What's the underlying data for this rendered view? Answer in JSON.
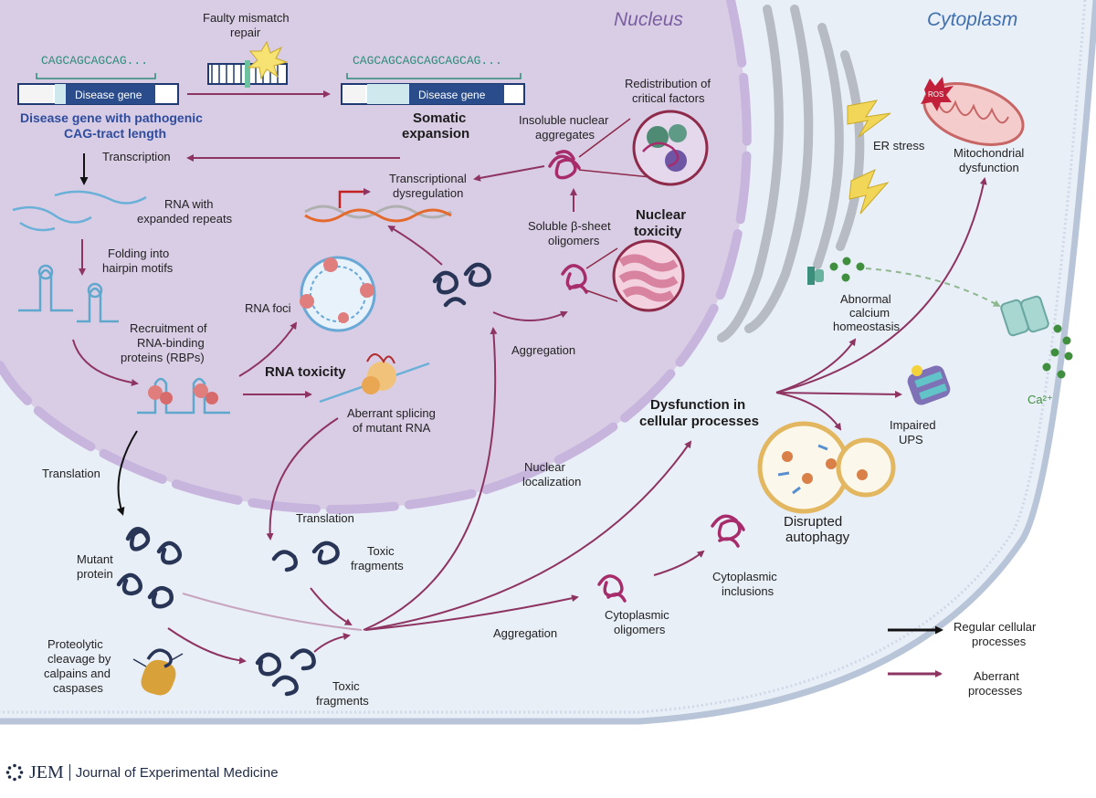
{
  "regions": {
    "nucleus": "Nucleus",
    "cytoplasm": "Cytoplasm"
  },
  "gene": {
    "seq_short": "CAGCAGCAGCAG...",
    "seq_long": "CAGCAGCAGCAGCAGCAG...",
    "label": "Disease gene",
    "caption_line1": "Disease gene with pathogenic",
    "caption_line2": "CAG-tract length",
    "mismatch_line1": "Faulty mismatch",
    "mismatch_line2": "repair",
    "somatic_line1": "Somatic",
    "somatic_line2": "expansion"
  },
  "labels": {
    "transcription": "Transcription",
    "rna_expanded_1": "RNA with",
    "rna_expanded_2": "expanded repeats",
    "folding_1": "Folding into",
    "folding_2": "hairpin motifs",
    "recruit_1": "Recruitment of",
    "recruit_2": "RNA-binding",
    "recruit_3": "proteins (RBPs)",
    "rna_foci": "RNA foci",
    "rna_toxicity": "RNA toxicity",
    "aberrant_1": "Aberrant splicing",
    "aberrant_2": "of mutant RNA",
    "translation_left": "Translation",
    "translation_mid": "Translation",
    "mutant_1": "Mutant",
    "mutant_2": "protein",
    "proteo_1": "Proteolytic",
    "proteo_2": "cleavage by",
    "proteo_3": "calpains and",
    "proteo_4": "caspases",
    "toxic_frag_a1": "Toxic",
    "toxic_frag_a2": "fragments",
    "toxic_frag_b1": "Toxic",
    "toxic_frag_b2": "fragments",
    "nuclear_loc_1": "Nuclear",
    "nuclear_loc_2": "localization",
    "aggregation_nuc": "Aggregation",
    "aggregation_cyto": "Aggregation",
    "transcr_dys_1": "Transcriptional",
    "transcr_dys_2": "dysregulation",
    "insoluble_1": "Insoluble nuclear",
    "insoluble_2": "aggregates",
    "redistribution_1": "Redistribution of",
    "redistribution_2": "critical factors",
    "soluble_1": "Soluble β-sheet",
    "soluble_2": "oligomers",
    "nuclear_tox_1": "Nuclear",
    "nuclear_tox_2": "toxicity",
    "dysfunction_1": "Dysfunction in",
    "dysfunction_2": "cellular processes",
    "cyto_olig_1": "Cytoplasmic",
    "cyto_olig_2": "oligomers",
    "cyto_incl_1": "Cytoplasmic",
    "cyto_incl_2": "inclusions",
    "er_stress": "ER stress",
    "mito_1": "Mitochondrial",
    "mito_2": "dysfunction",
    "ros": "ROS",
    "calcium_1": "Abnormal",
    "calcium_2": "calcium",
    "calcium_3": "homeostasis",
    "ca_ion": "Ca²⁺",
    "ups_1": "Impaired",
    "ups_2": "UPS",
    "autophagy_1": "Disrupted",
    "autophagy_2": "autophagy"
  },
  "legend": {
    "regular_1": "Regular cellular",
    "regular_2": "processes",
    "aberrant_1": "Aberrant",
    "aberrant_2": "processes"
  },
  "footer": {
    "logo": "JEM",
    "journal": "Journal of Experimental Medicine"
  },
  "colors": {
    "aberrant": "#8e3463",
    "regular": "#111111",
    "nucleus": "#d9cde5",
    "cytoplasm": "#e9eff7",
    "protein": "#283556",
    "aggregate": "#a62c6c",
    "region_nucleus": "#7a5ea0",
    "region_cytoplasm": "#3f6fae"
  }
}
